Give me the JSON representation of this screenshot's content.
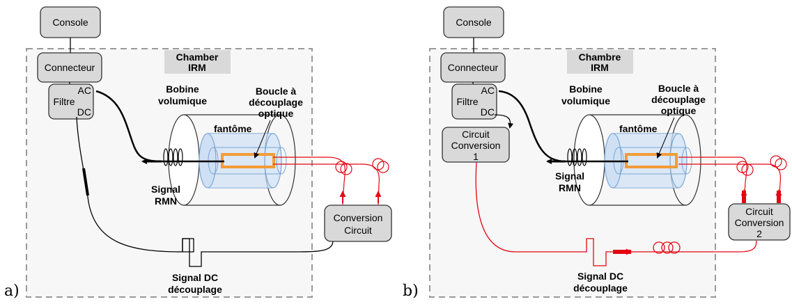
{
  "colors": {
    "black_line": "#000000",
    "red_line": "#e30613",
    "box_fill": "#d9d9d9",
    "orange_loop": "#f39c37",
    "phantom": "#9fc4ea"
  },
  "panel_a": {
    "letter": "a)",
    "console": "Console",
    "connecteur": "Connecteur",
    "filtre": "Filtre",
    "ac": "AC",
    "dc": "DC",
    "chamber_line1": "Chamber",
    "chamber_line2": "IRM",
    "boucle_line1": "Boucle à",
    "boucle_line2": "découplage",
    "boucle_line3": "optique",
    "bobine_line1": "Bobine",
    "bobine_line2": "volumique",
    "fantome": "fantôme",
    "signal_rmn_line1": "Signal",
    "signal_rmn_line2": "RMN",
    "conversion_line1": "Conversion",
    "conversion_line2": "Circuit",
    "signal_dc_line1": "Signal DC",
    "signal_dc_line2": "découplage"
  },
  "panel_b": {
    "letter": "b)",
    "console": "Console",
    "connecteur": "Connecteur",
    "filtre": "Filtre",
    "ac": "AC",
    "dc": "DC",
    "chamber_line1": "Chambre",
    "chamber_line2": "IRM",
    "boucle_line1": "Boucle à",
    "boucle_line2": "découplage",
    "boucle_line3": "optique",
    "bobine_line1": "Bobine",
    "bobine_line2": "volumique",
    "fantome": "fantôme",
    "signal_rmn_line1": "Signal",
    "signal_rmn_line2": "RMN",
    "circuit1_line1": "Circuit",
    "circuit1_line2": "Conversion",
    "circuit1_line3": "1",
    "circuit2_line1": "Circuit",
    "circuit2_line2": "Conversion",
    "circuit2_line3": "2",
    "signal_dc_line1": "Signal DC",
    "signal_dc_line2": "découplage"
  }
}
